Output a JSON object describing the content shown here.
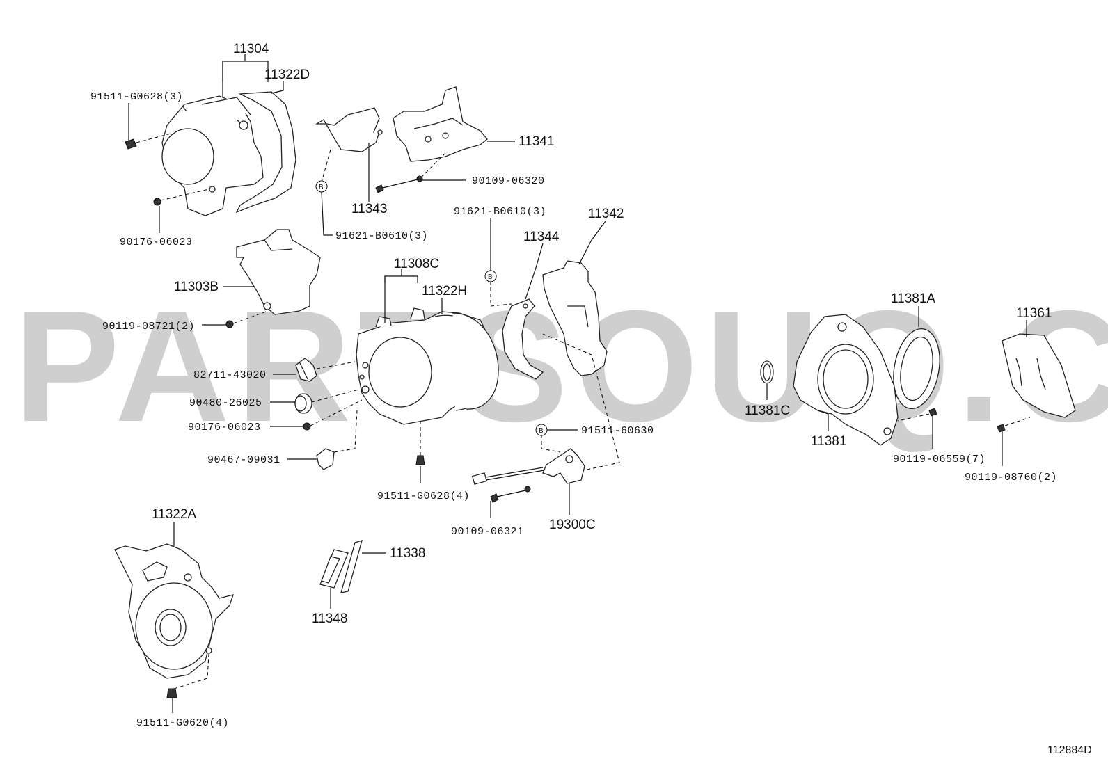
{
  "watermark": "PARTSOUQ.COM",
  "diagram_code": "112884D",
  "callout_letter": "B",
  "labels": {
    "p11304": "11304",
    "p11322D": "11322D",
    "p91511G0628_3": "91511-G0628(3)",
    "p90176_06023_top": "90176-06023",
    "p11343": "11343",
    "p11341": "11341",
    "p90109_06320": "90109-06320",
    "p91621B0610_3_left": "91621-B0610(3)",
    "p91621B0610_3_mid": "91621-B0610(3)",
    "p11342": "11342",
    "p11344": "11344",
    "p11303B": "11303B",
    "p90119_08721_2": "90119-08721(2)",
    "p11308C": "11308C",
    "p11322H": "11322H",
    "p82711_43020": "82711-43020",
    "p90480_26025": "90480-26025",
    "p90176_06023_mid": "90176-06023",
    "p90467_09031": "90467-09031",
    "p91511G0628_4": "91511-G0628(4)",
    "p91511_60630": "91511-60630",
    "p90109_06321": "90109-06321",
    "p19300C": "19300C",
    "p11381A": "11381A",
    "p11361": "11361",
    "p11381C": "11381C",
    "p11381": "11381",
    "p90119_06559_7": "90119-06559(7)",
    "p90119_08760_2": "90119-08760(2)",
    "p11322A": "11322A",
    "p11338": "11338",
    "p11348": "11348",
    "p91511G0620_4": "91511-G0620(4)"
  }
}
